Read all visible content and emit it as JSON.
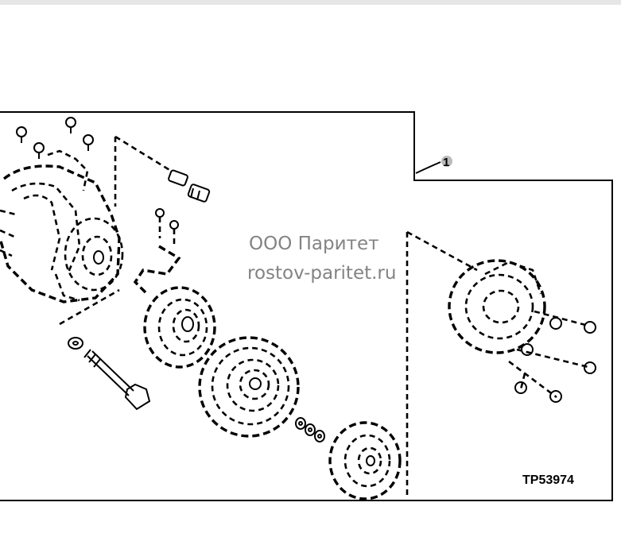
{
  "watermark": {
    "line1": "ООО Паритет",
    "line2": "rostov-paritet.ru"
  },
  "callout": {
    "label": "1"
  },
  "figure_code": "TP53974",
  "colors": {
    "line": "#000000",
    "watermark": "#5a5a5a",
    "top_bar": "#e6e6e6"
  }
}
